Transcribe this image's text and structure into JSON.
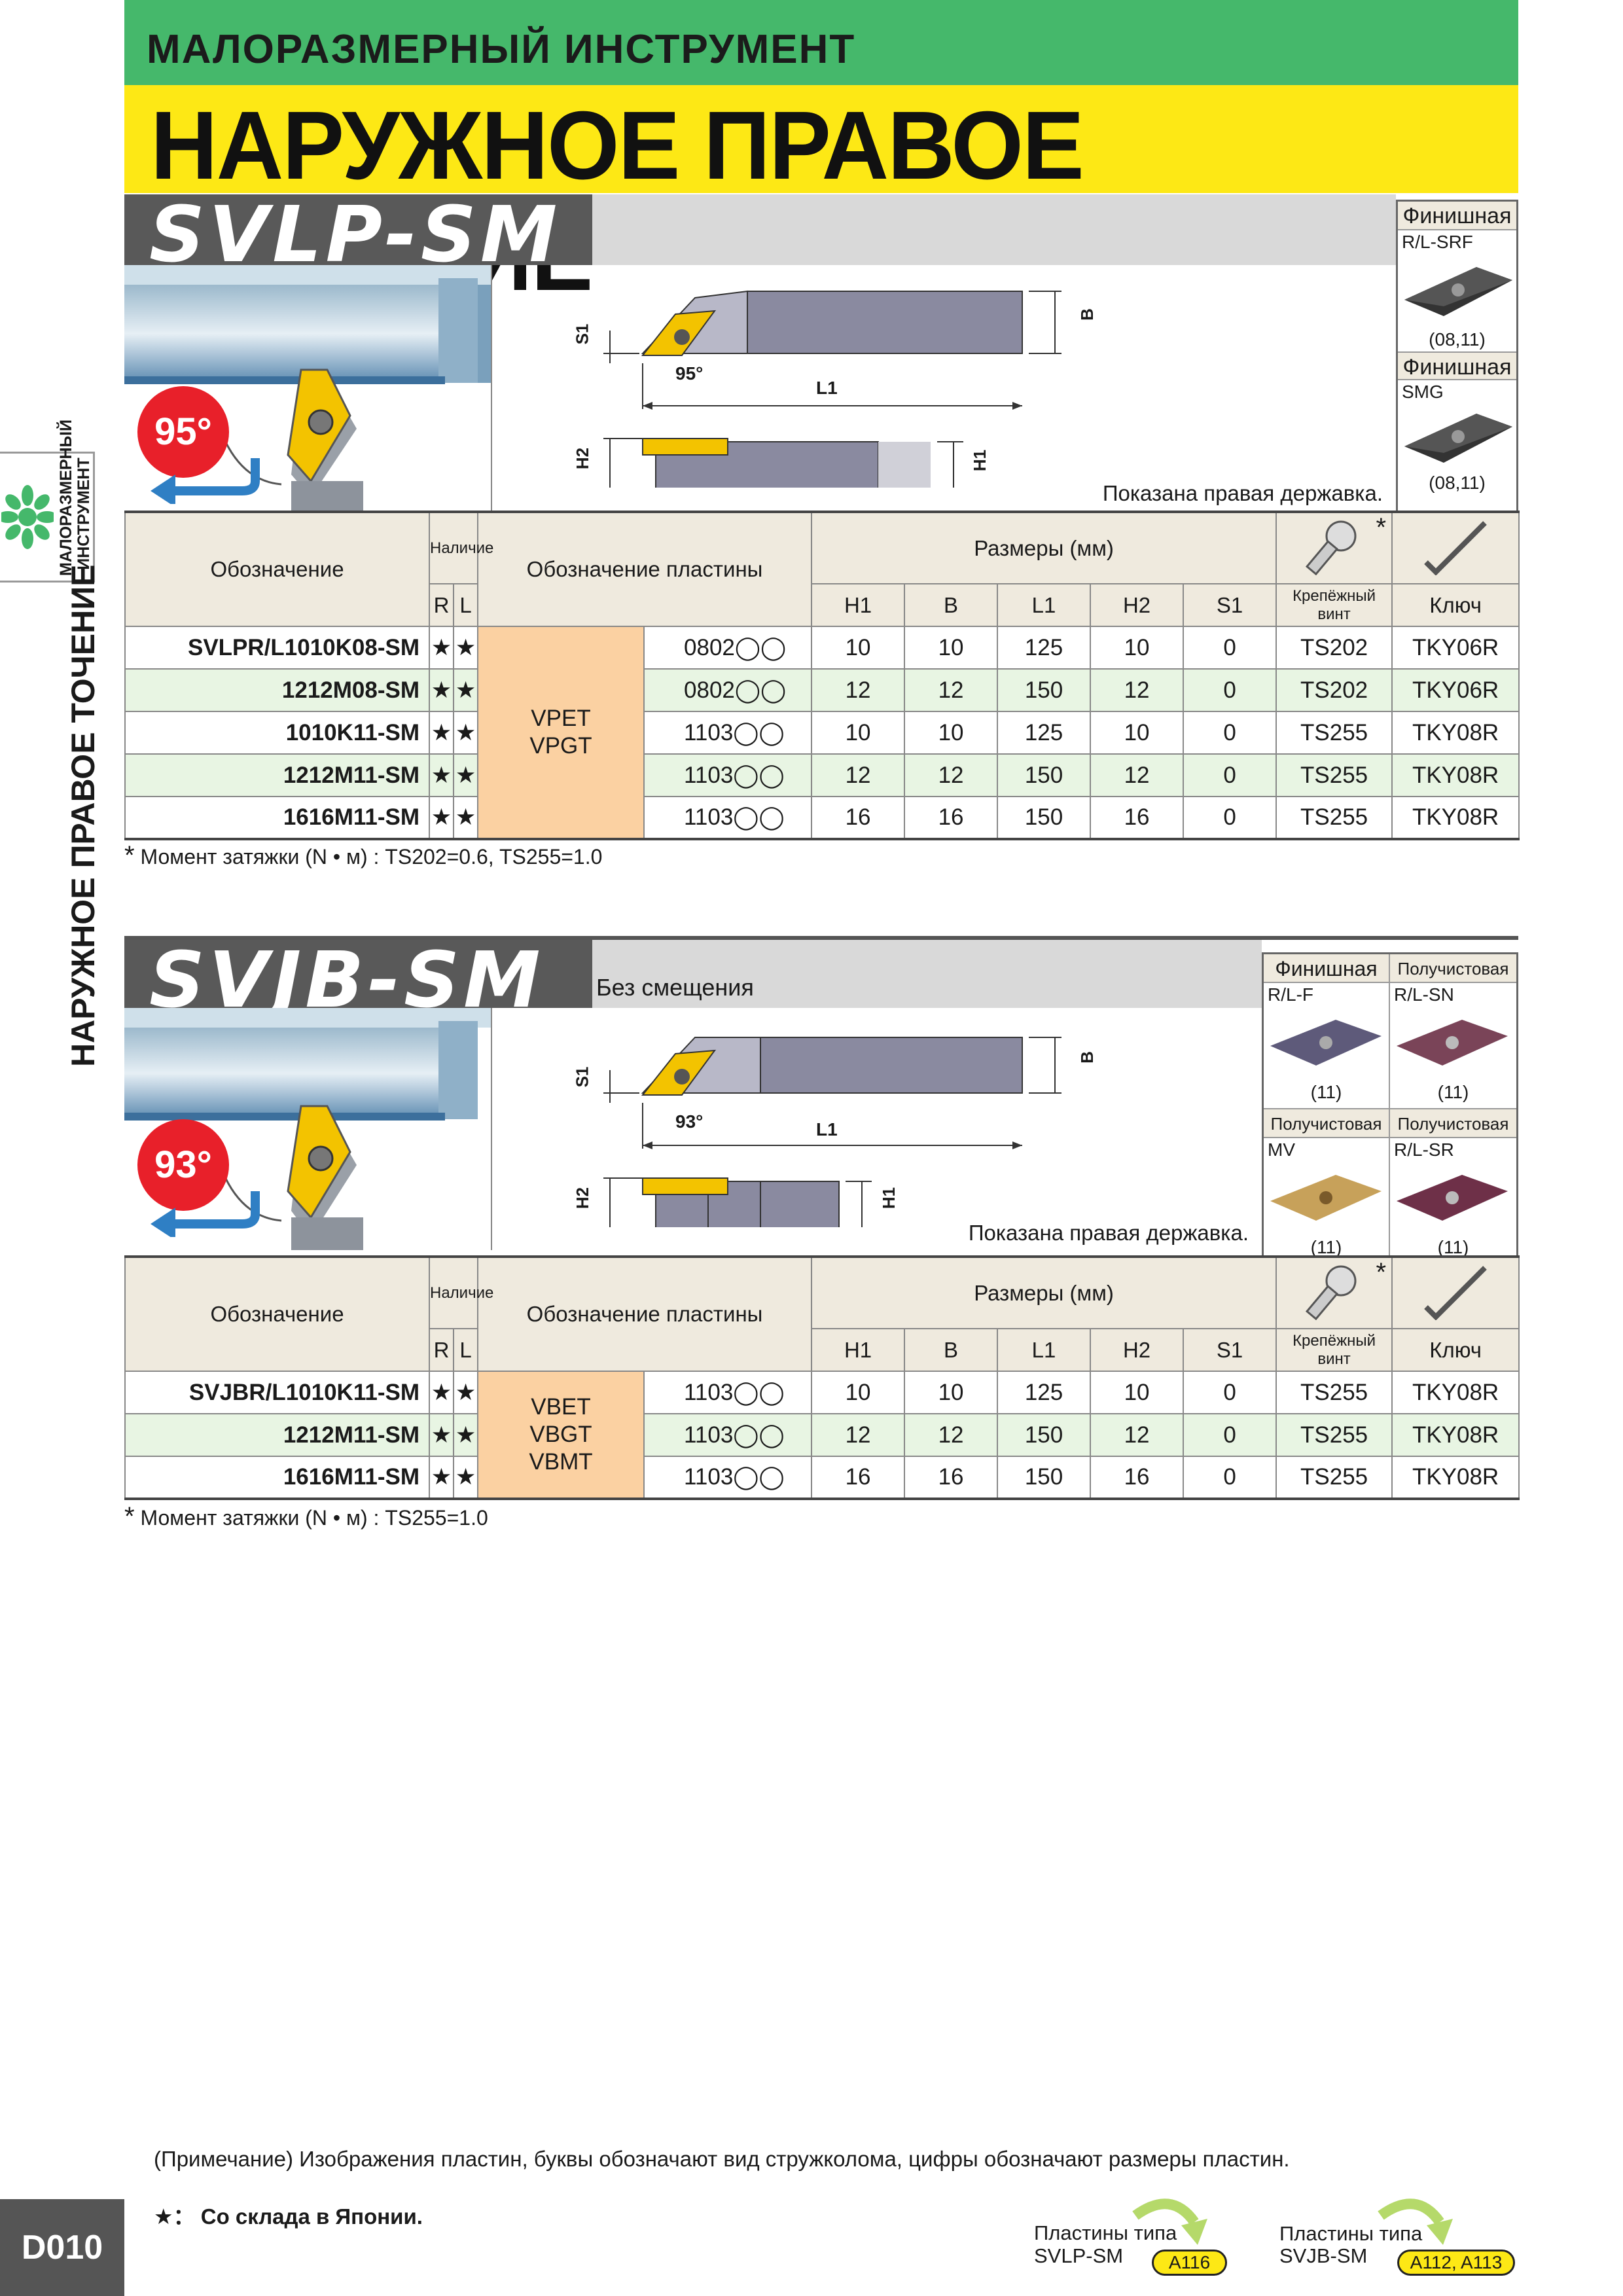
{
  "header": {
    "category": "МАЛОРАЗМЕРНЫЙ ИНСТРУМЕНТ",
    "title": "НАРУЖНОЕ ПРАВОЕ ТОЧЕНИЕ"
  },
  "side_tab": {
    "small_label": "МАЛОРАЗМЕРНЫЙ ИНСТРУМЕНТ",
    "big_label": "НАРУЖНОЕ ПРАВОЕ ТОЧЕНИЕ"
  },
  "section1": {
    "name": "SVLP-SM",
    "subtitle": "",
    "angle": "95°",
    "diagram": {
      "angle_label": "95°",
      "L1": "L1",
      "B": "B",
      "S1": "S1",
      "H1": "H1",
      "H2": "H2"
    },
    "holder_note": "Показана правая державка.",
    "inserts": [
      {
        "type": "Финишная",
        "code": "R/L-SRF",
        "size": "(08,11)"
      },
      {
        "type": "Финишная",
        "code": "SMG",
        "size": "(08,11)"
      }
    ],
    "table": {
      "col_designation": "Обозначение",
      "col_availability": "Наличие",
      "col_r": "R",
      "col_l": "L",
      "col_insert": "Обозначение пластины",
      "col_dims": "Размеры (мм)",
      "dims": [
        "H1",
        "B",
        "L1",
        "H2",
        "S1"
      ],
      "col_screw": "Крепёжный винт",
      "col_key": "Ключ",
      "asterisk": "*",
      "insert_types": "VPET\nVPGT",
      "rows": [
        {
          "designation": "SVLPR/L1010K08-SM",
          "r": "★",
          "l": "★",
          "insert": "0802◯◯",
          "h1": "10",
          "b": "10",
          "l1": "125",
          "h2": "10",
          "s1": "0",
          "screw": "TS202",
          "key": "TKY06R"
        },
        {
          "designation": "1212M08-SM",
          "r": "★",
          "l": "★",
          "insert": "0802◯◯",
          "h1": "12",
          "b": "12",
          "l1": "150",
          "h2": "12",
          "s1": "0",
          "screw": "TS202",
          "key": "TKY06R"
        },
        {
          "designation": "1010K11-SM",
          "r": "★",
          "l": "★",
          "insert": "1103◯◯",
          "h1": "10",
          "b": "10",
          "l1": "125",
          "h2": "10",
          "s1": "0",
          "screw": "TS255",
          "key": "TKY08R"
        },
        {
          "designation": "1212M11-SM",
          "r": "★",
          "l": "★",
          "insert": "1103◯◯",
          "h1": "12",
          "b": "12",
          "l1": "150",
          "h2": "12",
          "s1": "0",
          "screw": "TS255",
          "key": "TKY08R"
        },
        {
          "designation": "1616M11-SM",
          "r": "★",
          "l": "★",
          "insert": "1103◯◯",
          "h1": "16",
          "b": "16",
          "l1": "150",
          "h2": "16",
          "s1": "0",
          "screw": "TS255",
          "key": "TKY08R"
        }
      ]
    },
    "footnote": "Момент затяжки (N • м) : TS202=0.6, TS255=1.0"
  },
  "section2": {
    "name": "SVJB-SM",
    "subtitle": "Без смещения",
    "angle": "93°",
    "diagram": {
      "angle_label": "93°",
      "L1": "L1",
      "B": "B",
      "S1": "S1",
      "H1": "H1",
      "H2": "H2"
    },
    "holder_note": "Показана правая державка.",
    "inserts": [
      {
        "type": "Финишная",
        "code": "R/L-F",
        "size": "(11)"
      },
      {
        "type": "Получистовая",
        "code": "R/L-SN",
        "size": "(11)"
      },
      {
        "type": "Получистовая",
        "code": "MV",
        "size": "(11)"
      },
      {
        "type": "Получистовая",
        "code": "R/L-SR",
        "size": "(11)"
      }
    ],
    "table": {
      "col_designation": "Обозначение",
      "col_availability": "Наличие",
      "col_r": "R",
      "col_l": "L",
      "col_insert": "Обозначение пластины",
      "col_dims": "Размеры (мм)",
      "dims": [
        "H1",
        "B",
        "L1",
        "H2",
        "S1"
      ],
      "col_screw": "Крепёжный винт",
      "col_key": "Ключ",
      "asterisk": "*",
      "insert_types": "VBET\nVBGT\nVBMT",
      "rows": [
        {
          "designation": "SVJBR/L1010K11-SM",
          "r": "★",
          "l": "★",
          "insert": "1103◯◯",
          "h1": "10",
          "b": "10",
          "l1": "125",
          "h2": "10",
          "s1": "0",
          "screw": "TS255",
          "key": "TKY08R"
        },
        {
          "designation": "1212M11-SM",
          "r": "★",
          "l": "★",
          "insert": "1103◯◯",
          "h1": "12",
          "b": "12",
          "l1": "150",
          "h2": "12",
          "s1": "0",
          "screw": "TS255",
          "key": "TKY08R"
        },
        {
          "designation": "1616M11-SM",
          "r": "★",
          "l": "★",
          "insert": "1103◯◯",
          "h1": "16",
          "b": "16",
          "l1": "150",
          "h2": "16",
          "s1": "0",
          "screw": "TS255",
          "key": "TKY08R"
        }
      ]
    },
    "footnote": "Момент затяжки (N • м) : TS255=1.0"
  },
  "footer": {
    "remark": "(Примечание) Изображения пластин, буквы обозначают вид стружколома, цифры обозначают размеры пластин.",
    "stock_star": "★",
    "stock_note": "Со склада в Японии.",
    "page_number": "D010",
    "ref1": {
      "label": "Пластины типа",
      "model": "SVLP-SM",
      "pages": "A116"
    },
    "ref2": {
      "label": "Пластины типа",
      "model": "SVJB-SM",
      "pages": "A112, A113"
    }
  },
  "colors": {
    "green": "#45b86b",
    "yellow": "#fde815",
    "insert_cell": "#fbd1a2",
    "angle_badge": "#e8202a",
    "row_alt": "#e8f5e3"
  }
}
